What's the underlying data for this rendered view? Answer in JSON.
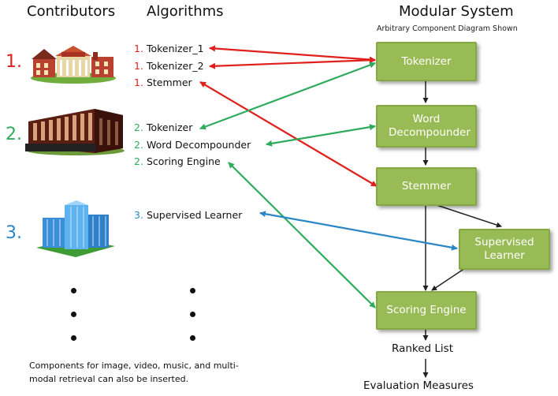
{
  "headers": {
    "contributors": "Contributors",
    "algorithms": "Algorithms",
    "modular_system": "Modular System",
    "modular_subtitle": "Arbitrary Component Diagram Shown"
  },
  "contributors": [
    {
      "num": "1.",
      "color": "#e0201c",
      "icon": "college-campus-icon"
    },
    {
      "num": "2.",
      "color": "#2eab5b",
      "icon": "brick-factory-icon"
    },
    {
      "num": "3.",
      "color": "#2a86c4",
      "icon": "glass-office-building-icon"
    }
  ],
  "algorithms": [
    {
      "num": "1.",
      "label": "Tokenizer_1",
      "color": "#e0201c"
    },
    {
      "num": "1.",
      "label": "Tokenizer_2",
      "color": "#e0201c"
    },
    {
      "num": "1.",
      "label": "Stemmer",
      "color": "#e0201c"
    },
    {
      "num": "2.",
      "label": "Tokenizer",
      "color": "#2eab5b"
    },
    {
      "num": "2.",
      "label": "Word Decompounder",
      "color": "#2eab5b"
    },
    {
      "num": "2.",
      "label": "Scoring Engine",
      "color": "#2eab5b"
    },
    {
      "num": "3.",
      "label": "Supervised Learner",
      "color": "#2a86c4"
    }
  ],
  "components": {
    "tokenizer": "Tokenizer",
    "word_decompounder": "Word Decompounder",
    "stemmer": "Stemmer",
    "supervised_learner": "Supervised Learner",
    "scoring_engine": "Scoring Engine"
  },
  "outputs": {
    "ranked_list": "Ranked List",
    "evaluation_measures": "Evaluation Measures"
  },
  "note": "Components for image, video, music, and multi-modal retrieval can also be inserted.",
  "colors": {
    "red": "#e0201c",
    "green": "#2eab5b",
    "blue": "#2a86c4",
    "box": "#99bb55"
  }
}
